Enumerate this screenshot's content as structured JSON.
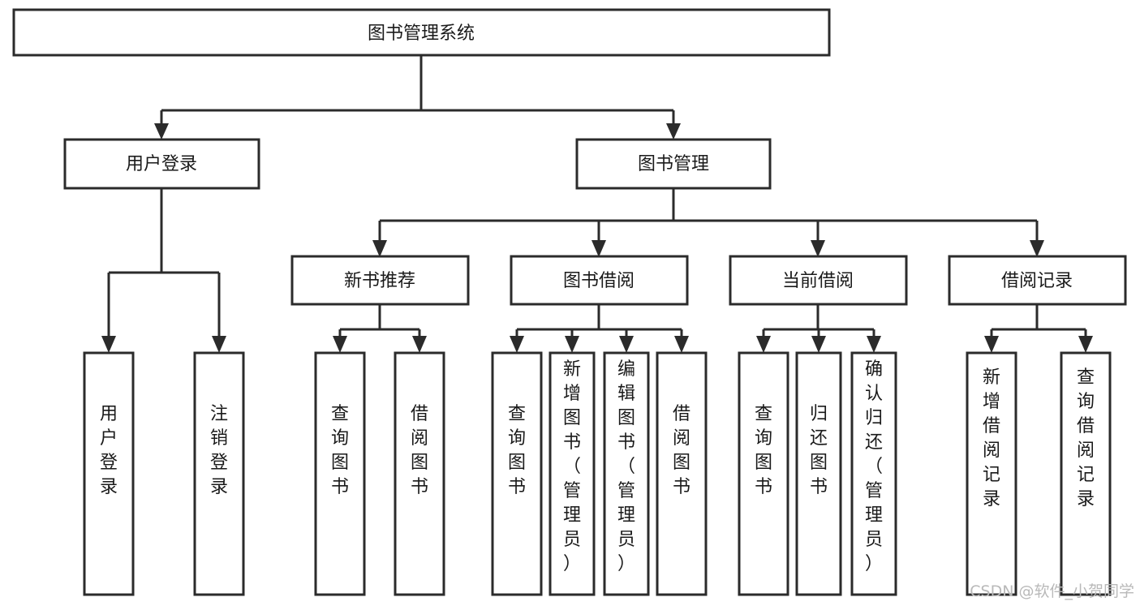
{
  "diagram": {
    "title": "图书管理系统",
    "root": {
      "id": "root",
      "label": "图书管理系统",
      "orientation": "horizontal"
    },
    "level2": [
      {
        "id": "user-login",
        "label": "用户登录",
        "orientation": "horizontal"
      },
      {
        "id": "book-management",
        "label": "图书管理",
        "orientation": "horizontal"
      }
    ],
    "level3": [
      {
        "id": "new-book-recommend",
        "label": "新书推荐",
        "orientation": "horizontal",
        "parent": "book-management"
      },
      {
        "id": "book-borrow",
        "label": "图书借阅",
        "orientation": "horizontal",
        "parent": "book-management"
      },
      {
        "id": "current-borrow",
        "label": "当前借阅",
        "orientation": "horizontal",
        "parent": "book-management"
      },
      {
        "id": "borrow-record",
        "label": "借阅记录",
        "orientation": "horizontal",
        "parent": "book-management"
      }
    ],
    "leaves": [
      {
        "id": "leaf-user-login",
        "label": "用户登录",
        "orientation": "vertical",
        "parent": "user-login"
      },
      {
        "id": "leaf-logout",
        "label": "注销登录",
        "orientation": "vertical",
        "parent": "user-login"
      },
      {
        "id": "leaf-query-book-1",
        "label": "查询图书",
        "orientation": "vertical",
        "parent": "new-book-recommend"
      },
      {
        "id": "leaf-borrow-book-1",
        "label": "借阅图书",
        "orientation": "vertical",
        "parent": "new-book-recommend"
      },
      {
        "id": "leaf-query-book-2",
        "label": "查询图书",
        "orientation": "vertical",
        "parent": "book-borrow"
      },
      {
        "id": "leaf-add-book",
        "label": "新增图书（管理员）",
        "orientation": "vertical",
        "parent": "book-borrow"
      },
      {
        "id": "leaf-edit-book",
        "label": "编辑图书（管理员）",
        "orientation": "vertical",
        "parent": "book-borrow"
      },
      {
        "id": "leaf-borrow-book-2",
        "label": "借阅图书",
        "orientation": "vertical",
        "parent": "book-borrow"
      },
      {
        "id": "leaf-query-book-3",
        "label": "查询图书",
        "orientation": "vertical",
        "parent": "current-borrow"
      },
      {
        "id": "leaf-return-book",
        "label": "归还图书",
        "orientation": "vertical",
        "parent": "current-borrow"
      },
      {
        "id": "leaf-confirm-return",
        "label": "确认归还（管理员）",
        "orientation": "vertical",
        "parent": "current-borrow"
      },
      {
        "id": "leaf-add-record",
        "label": "新增借阅记录",
        "orientation": "vertical",
        "parent": "borrow-record"
      },
      {
        "id": "leaf-query-record",
        "label": "查询借阅记录",
        "orientation": "vertical",
        "parent": "borrow-record"
      }
    ],
    "colors": {
      "background": "#ffffff",
      "box_fill": "#ffffff",
      "box_stroke": "#2b2b2b",
      "connector": "#2b2b2b",
      "text": "#1a1a1a",
      "watermark": "#b9b9b9"
    }
  },
  "watermark": {
    "text": "CSDN @软件_小贺同学"
  }
}
